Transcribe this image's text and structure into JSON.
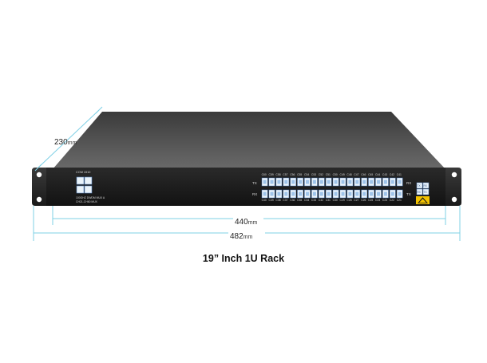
{
  "dimensions": {
    "depth": {
      "value": "230",
      "unit": "mm"
    },
    "inner_width": {
      "value": "440",
      "unit": "mm"
    },
    "outer_width": {
      "value": "482",
      "unit": "mm"
    }
  },
  "device": {
    "module_label": "COM 1510",
    "model_line1": "100GHZ DWDM MUX A",
    "model_line2": "CH21-CH60 MUX",
    "tx_label": "TX",
    "rx_label": "RX",
    "rx_right_label": "RX",
    "tx_right_label": "TX",
    "top_channels": [
      "C60",
      "C59",
      "C58",
      "C57",
      "C56",
      "C55",
      "C54",
      "C53",
      "C52",
      "C51",
      "C50",
      "C49",
      "C48",
      "C47",
      "C46",
      "C45",
      "C44",
      "C43",
      "C42",
      "C41"
    ],
    "bottom_channels": [
      "C40",
      "C39",
      "C38",
      "C37",
      "C36",
      "C35",
      "C34",
      "C33",
      "C32",
      "C31",
      "C30",
      "C29",
      "C28",
      "C27",
      "C26",
      "C25",
      "C24",
      "C23",
      "C22",
      "C21"
    ],
    "side_port_labels": [
      "TX",
      "RX",
      "RX",
      "TX"
    ]
  },
  "caption": "19” Inch 1U Rack",
  "colors": {
    "dimension_line": "#7fd0e6",
    "panel": "#1a1a1a",
    "warning": "#f2c200"
  }
}
